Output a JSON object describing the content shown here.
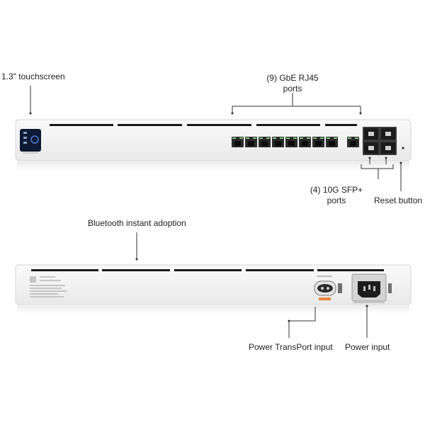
{
  "labels": {
    "touchscreen": "1.3\" touchscreen",
    "rj45_line1": "(9) GbE RJ45",
    "rj45_line2": "ports",
    "sfp_line1": "(4) 10G SFP+",
    "sfp_line2": "ports",
    "reset": "Reset button",
    "bluetooth": "Bluetooth instant adoption",
    "transport": "Power TransPort input",
    "power": "Power input"
  },
  "colors": {
    "chassis": "#f2f2f2",
    "chassis_edge": "#d9d9d9",
    "vent": "#1a1a1a",
    "port_led": "#7bc67b",
    "screen": "#0d1a33",
    "orange_tag": "#e8833a"
  }
}
